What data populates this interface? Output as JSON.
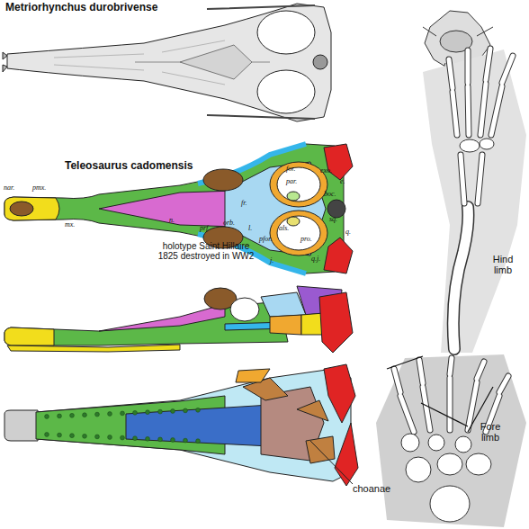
{
  "diagram": {
    "labels": [
      "Metriorhynchus durobrivense",
      "Teleosaurus cadomensis",
      "nar.",
      "pmx.",
      "mx.",
      "holotype Saint Hillaire 1825 destroyed in WW2",
      "n.",
      "prf.",
      "orb.",
      "l.",
      "fr.",
      "j.",
      "q.j.",
      "pfor.",
      "for.",
      "par.",
      "exo.",
      "e.",
      "boc.",
      "als.",
      "pro.",
      "sq.",
      "q.",
      "Hind limb",
      "Fore limb",
      "choanae"
    ]
  }
}
